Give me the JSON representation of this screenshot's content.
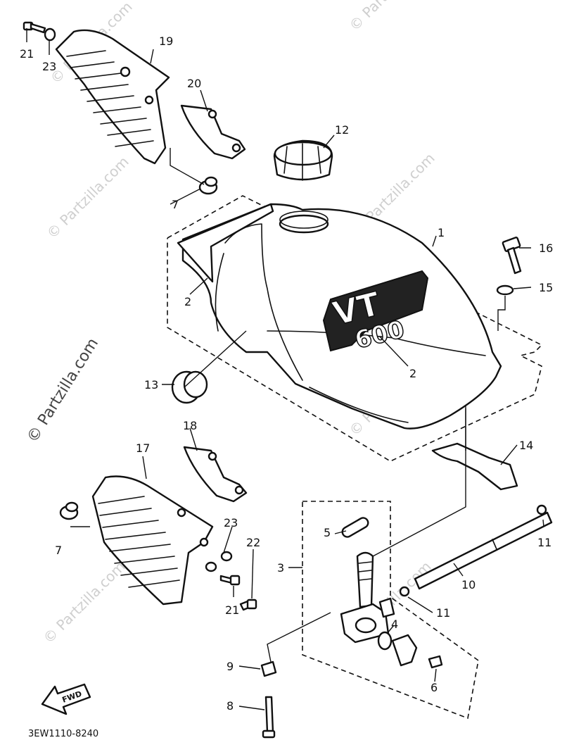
{
  "watermark": "© Partzilla.com",
  "diagram_code": "3EW1110-8240",
  "fwd_label": "FWD",
  "tank_badge": {
    "line1": "VT",
    "line2": "600"
  },
  "callouts": {
    "c1": "1",
    "c2a": "2",
    "c2b": "2",
    "c3": "3",
    "c4": "4",
    "c5": "5",
    "c6": "6",
    "c7a": "7",
    "c7b": "7",
    "c8": "8",
    "c9": "9",
    "c10": "10",
    "c11a": "11",
    "c11b": "11",
    "c12": "12",
    "c13": "13",
    "c14": "14",
    "c15": "15",
    "c16": "16",
    "c17": "17",
    "c18": "18",
    "c19": "19",
    "c20": "20",
    "c21a": "21",
    "c21b": "21",
    "c22": "22",
    "c23a": "23",
    "c23b": "23"
  }
}
